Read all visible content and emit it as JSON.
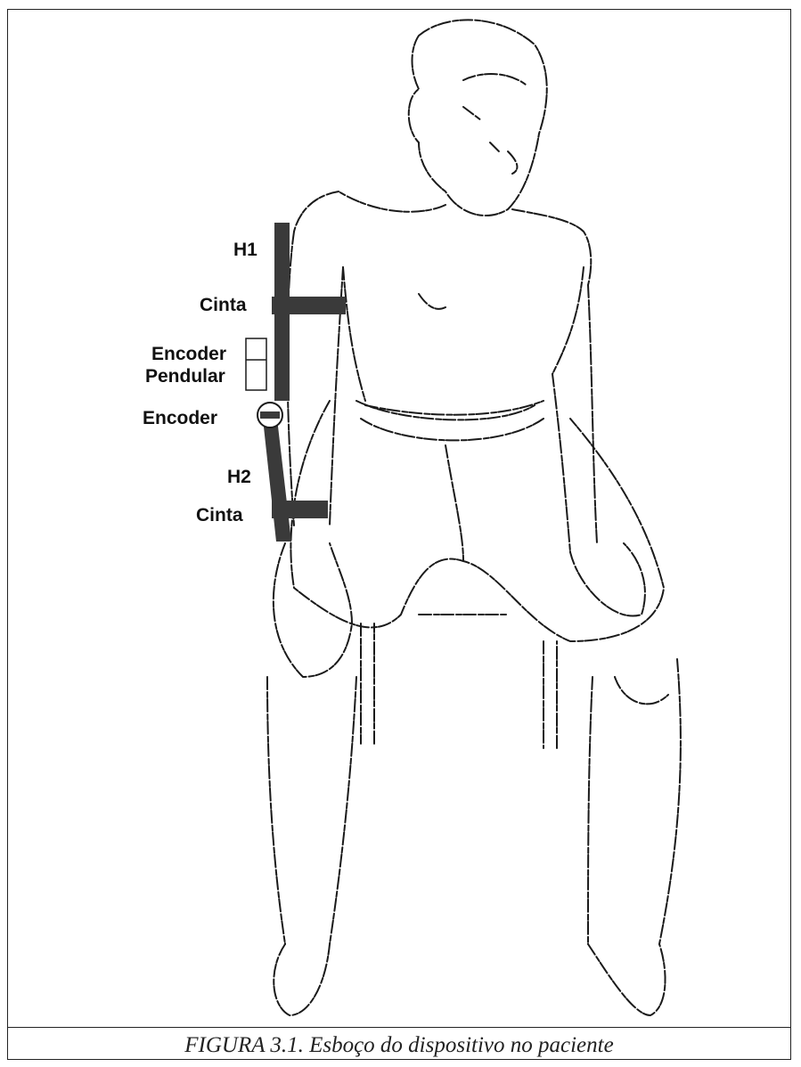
{
  "labels": {
    "h1": "H1",
    "cinta_top": "Cinta",
    "encoder_pendular_line1": "Encoder",
    "encoder_pendular_line2": "Pendular",
    "encoder": "Encoder",
    "h2": "H2",
    "cinta_bottom": "Cinta"
  },
  "caption": "FIGURA 3.1. Esboço do dispositivo no paciente",
  "colors": {
    "device": "#3a3a3a",
    "outline": "#1a1a1a"
  }
}
